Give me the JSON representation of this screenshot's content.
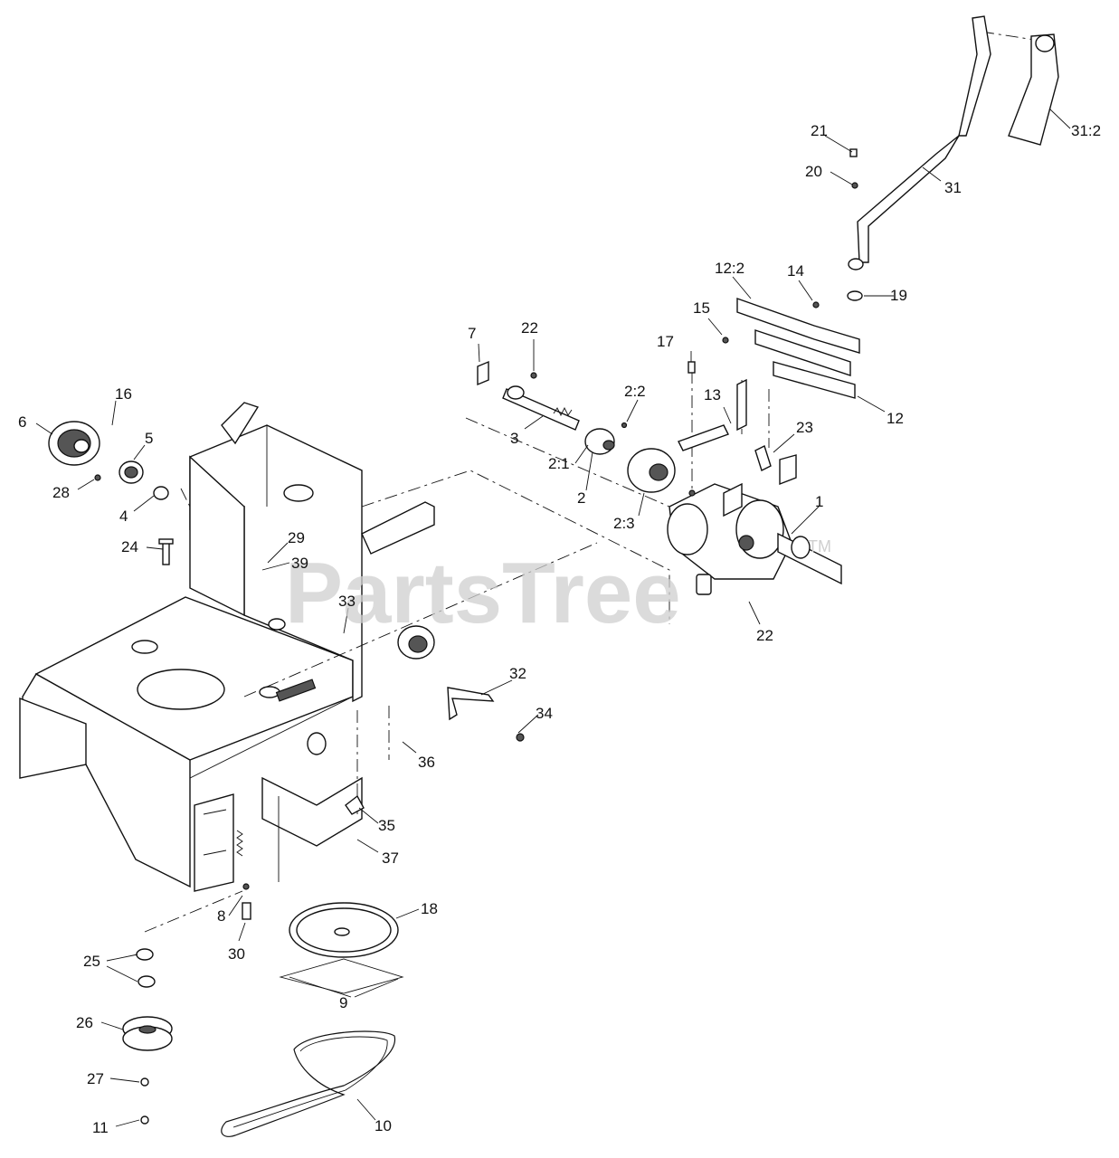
{
  "watermark": {
    "text": "PartsTree",
    "trademark": "TM"
  },
  "callouts": {
    "c1": "1",
    "c2": "2",
    "c2_1": "2:1",
    "c2_2": "2:2",
    "c2_3": "2:3",
    "c3": "3",
    "c4": "4",
    "c5": "5",
    "c6": "6",
    "c7": "7",
    "c8": "8",
    "c9": "9",
    "c10": "10",
    "c11": "11",
    "c12": "12",
    "c12_2": "12:2",
    "c13": "13",
    "c14": "14",
    "c15": "15",
    "c16": "16",
    "c17": "17",
    "c18": "18",
    "c19": "19",
    "c20": "20",
    "c21": "21",
    "c22_top": "22",
    "c22_bottom": "22",
    "c23": "23",
    "c24": "24",
    "c25": "25",
    "c26": "26",
    "c27": "27",
    "c28": "28",
    "c29": "29",
    "c30": "30",
    "c31": "31",
    "c31_2": "31:2",
    "c32": "32",
    "c33": "33",
    "c34": "34",
    "c35": "35",
    "c36": "36",
    "c37": "37",
    "c39": "39"
  }
}
